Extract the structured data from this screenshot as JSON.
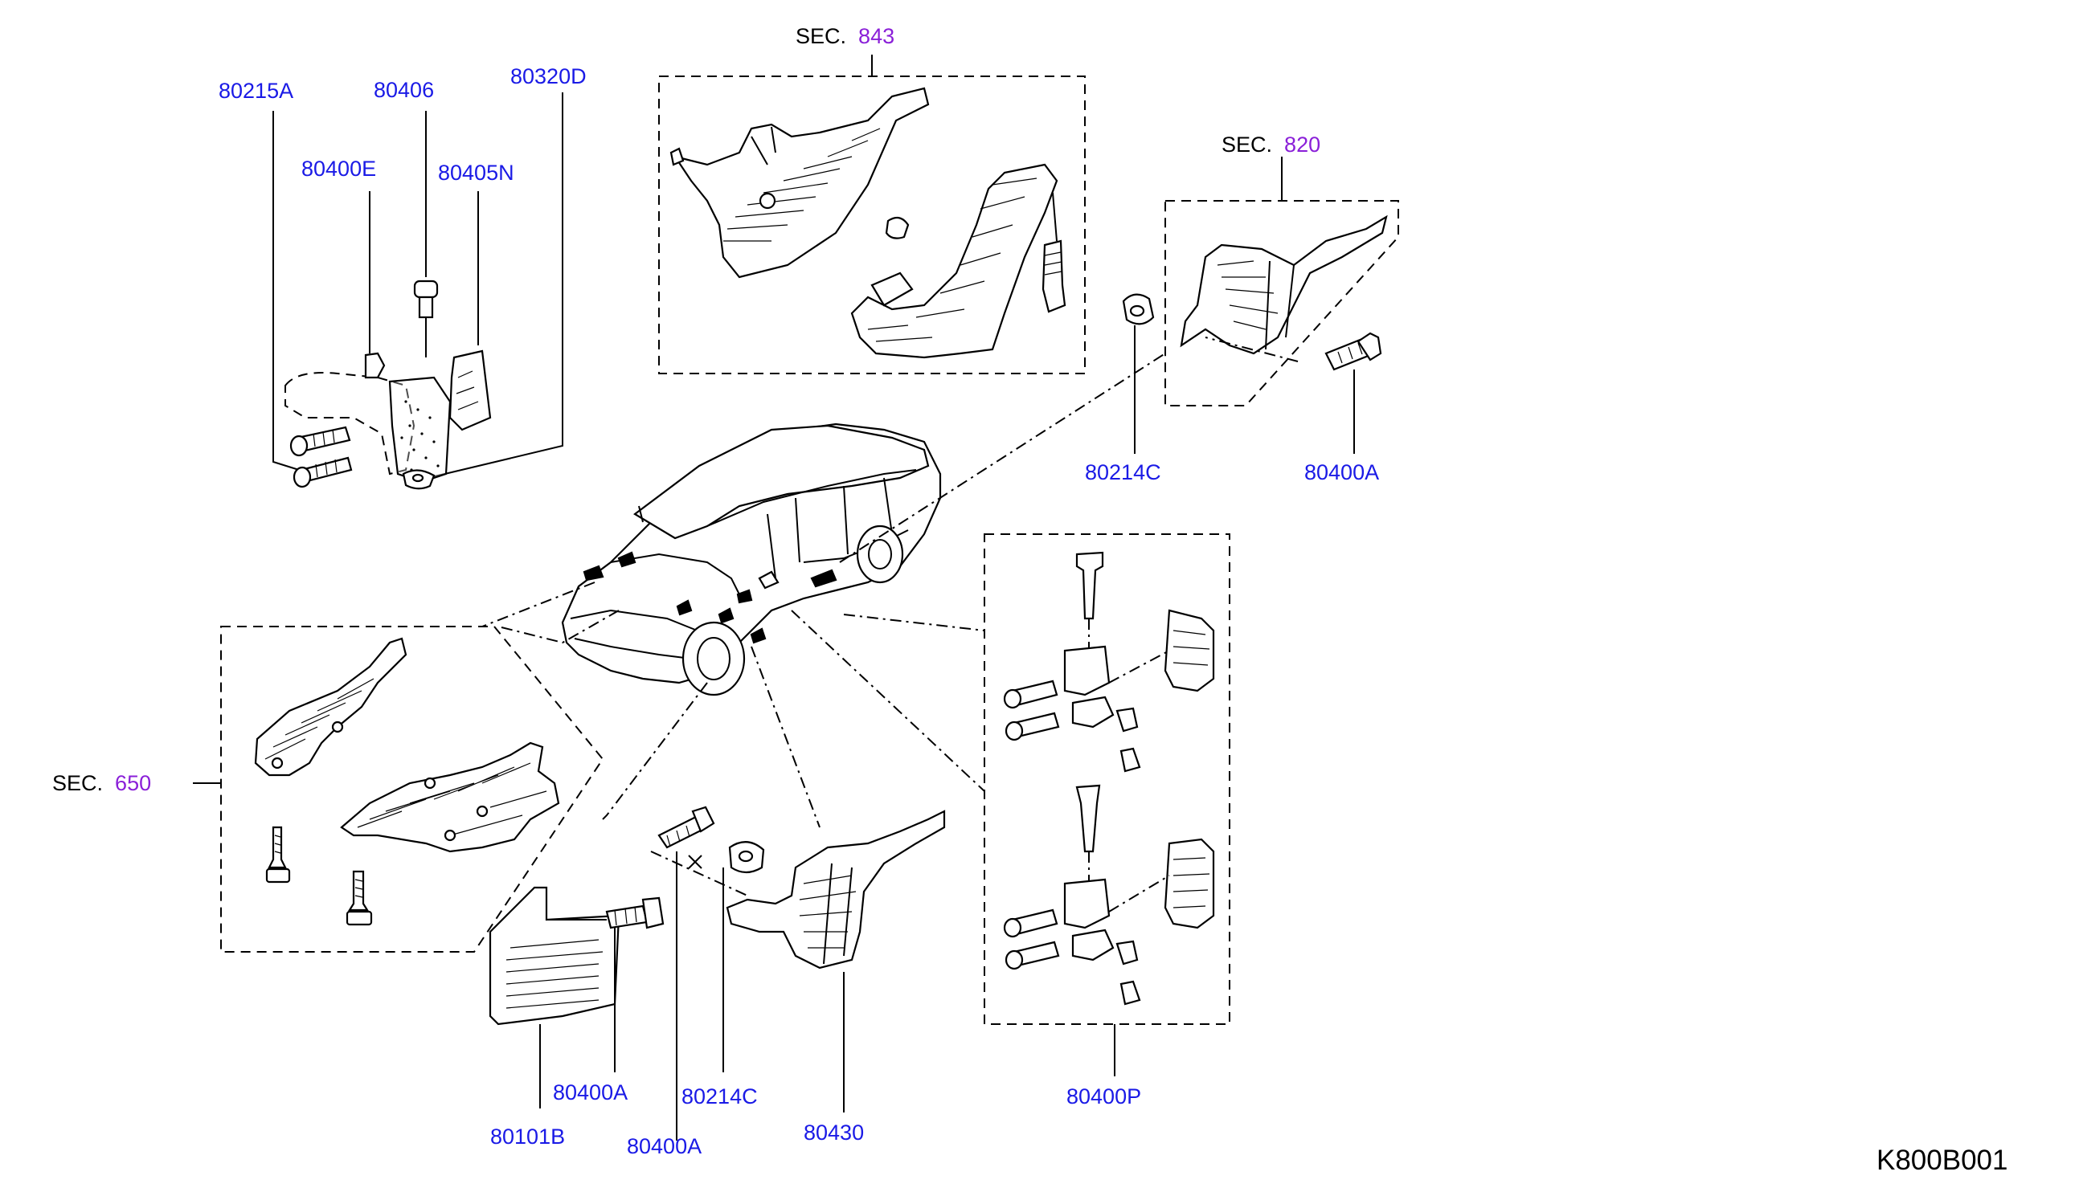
{
  "diagram_code": "K800B001",
  "sections": [
    {
      "prefix": "SEC.",
      "number": "843"
    },
    {
      "prefix": "SEC.",
      "number": "820"
    },
    {
      "prefix": "SEC.",
      "number": "650"
    }
  ],
  "parts": {
    "p80215A": "80215A",
    "p80406": "80406",
    "p80320D": "80320D",
    "p80400E": "80400E",
    "p80405N": "80405N",
    "p80214C_top": "80214C",
    "p80400A_top": "80400A",
    "p80400A_bl": "80400A",
    "p80214C_bot": "80214C",
    "p80430": "80430",
    "p80101B": "80101B",
    "p80400A_bot": "80400A",
    "p80400P": "80400P"
  },
  "colors": {
    "part_number": "#1a1ae6",
    "section_number": "#8a1fd8",
    "line": "#000000"
  }
}
